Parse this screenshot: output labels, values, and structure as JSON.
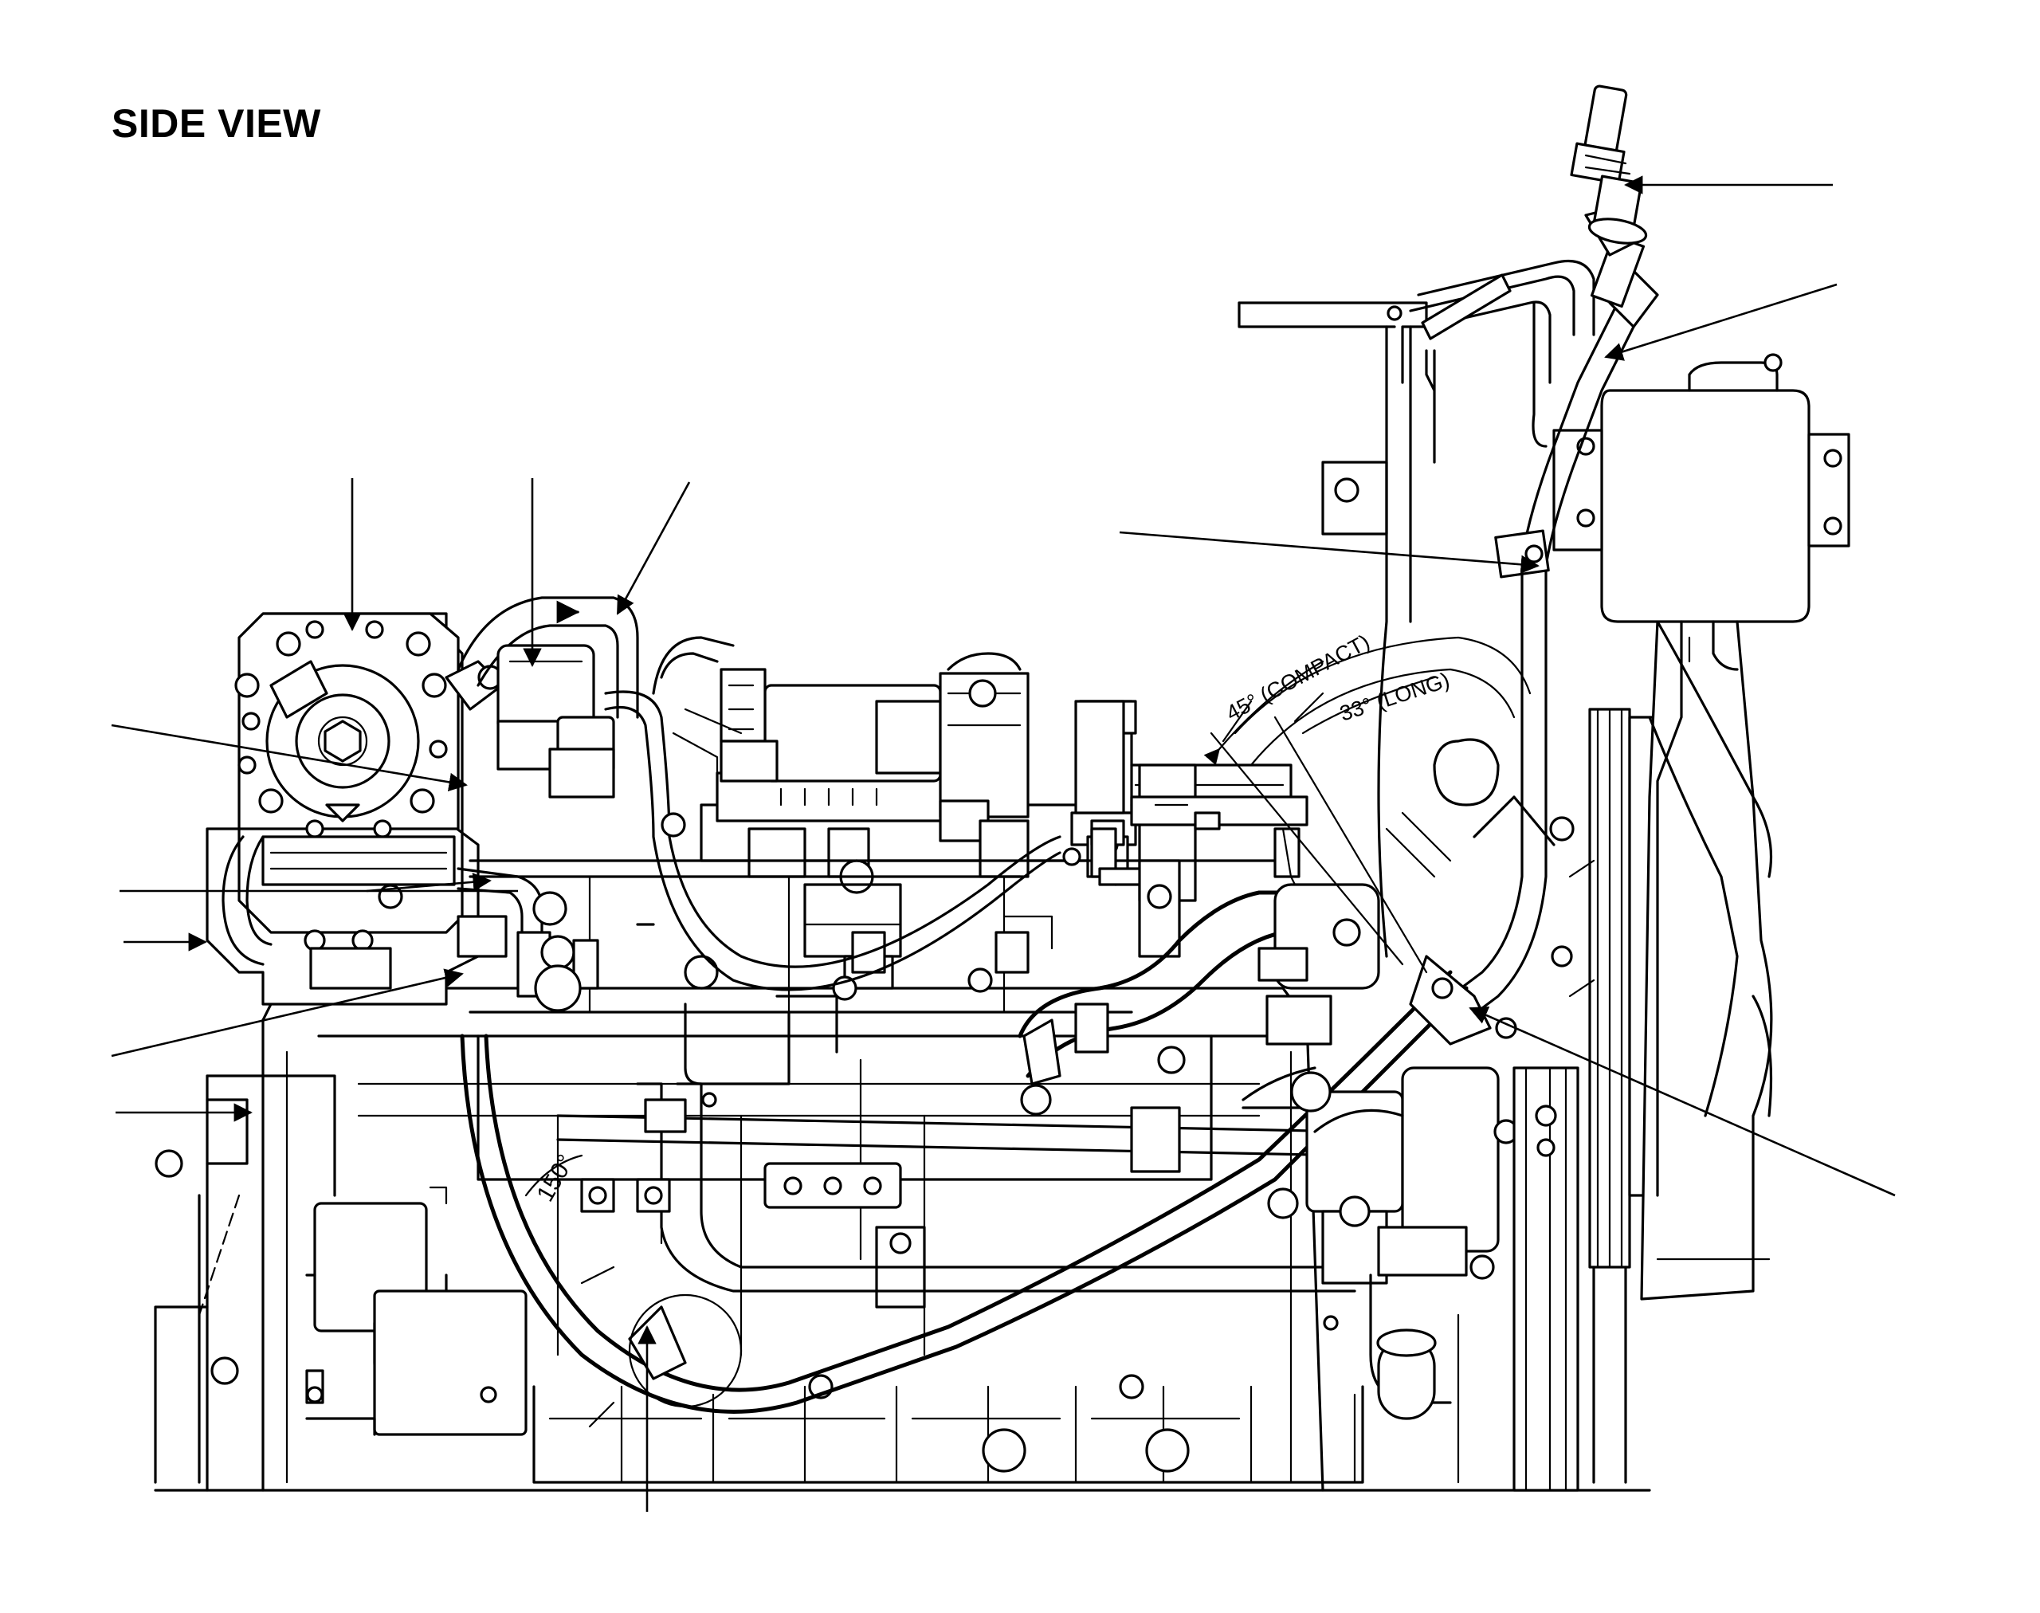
{
  "title": "SIDE VIEW",
  "angle_labels": {
    "compact": "45° (COMPACT)",
    "long": "33° (LONG)",
    "hose_bend": "150°"
  },
  "colors": {
    "line": "#000000",
    "background": "#ffffff"
  },
  "leader_count": 13
}
